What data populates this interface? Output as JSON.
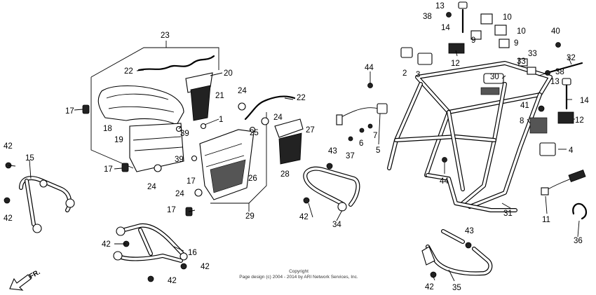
{
  "callouts": {
    "c2": "2",
    "c3": "3",
    "c4": "4",
    "c5": "5",
    "c6": "6",
    "c7": "7",
    "c8": "8",
    "c9a": "9",
    "c9b": "9",
    "c10a": "10",
    "c10b": "10",
    "c11": "11",
    "c12a": "12",
    "c12b": "12",
    "c13a": "13",
    "c13b": "13",
    "c14a": "14",
    "c14b": "14",
    "c15": "15",
    "c16": "16",
    "c17a": "17",
    "c17b": "17",
    "c17c": "17",
    "c17d": "17",
    "c18": "18",
    "c19": "19",
    "c20": "20",
    "c21": "21",
    "c22a": "22",
    "c22b": "22",
    "c23": "23",
    "c24a": "24",
    "c24b": "24",
    "c24c": "24",
    "c24d": "24",
    "c25": "25",
    "c26": "26",
    "c27": "27",
    "c28": "28",
    "c29": "29",
    "c30": "30",
    "c31": "31",
    "c32": "32",
    "c33a": "33",
    "c33b": "33",
    "c34": "34",
    "c35": "35",
    "c36": "36",
    "c37": "37",
    "c38a": "38",
    "c38b": "38",
    "c39a": "39",
    "c39b": "39",
    "c40": "40",
    "c41": "41",
    "c1": "1",
    "c42a": "42",
    "c42b": "42",
    "c42c": "42",
    "c42d": "42",
    "c42e": "42",
    "c42f": "42",
    "c42g": "42",
    "c43a": "43",
    "c43b": "43",
    "c44a": "44",
    "c44b": "44"
  },
  "direction_marker": "FR.",
  "copyright": {
    "line1": "Copyright",
    "line2": "Page design (c) 2004 - 2014 by ARI Network Services, Inc."
  }
}
